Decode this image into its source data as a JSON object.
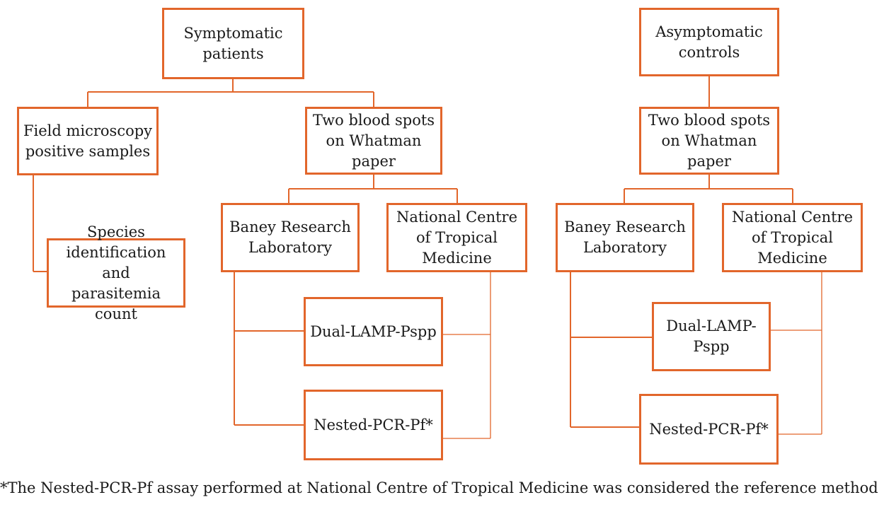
{
  "colors": {
    "stroke": "#e2662b",
    "text": "#1a1a1a",
    "background": "#ffffff"
  },
  "nodes": {
    "symptomatic_patients": "Symptomatic\npatients",
    "field_microscopy": "Field microscopy\npositive samples",
    "species_identification": "Species\nidentification and\nparasitemia count",
    "blood_spots_left": "Two blood spots\non Whatman\npaper",
    "baney_left": "Baney Research\nLaboratory",
    "nctm_left": "National Centre\nof Tropical\nMedicine",
    "dual_lamp_left": "Dual-LAMP-Pspp",
    "nested_pcr_left": "Nested-PCR-Pf*",
    "asymptomatic_controls": "Asymptomatic\ncontrols",
    "blood_spots_right": "Two blood spots\non Whatman\npaper",
    "baney_right": "Baney Research\nLaboratory",
    "nctm_right": "National Centre\nof Tropical\nMedicine",
    "dual_lamp_right": "Dual-LAMP-Pspp",
    "nested_pcr_right": "Nested-PCR-Pf*"
  },
  "footnote": "*The Nested-PCR-Pf assay performed at National Centre of Tropical Medicine was considered the reference method"
}
